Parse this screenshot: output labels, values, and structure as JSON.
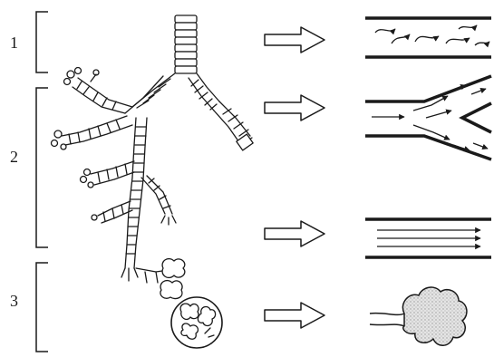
{
  "zones": [
    {
      "label": "1",
      "flow": "turbulent"
    },
    {
      "label": "2",
      "flow": "transitional"
    },
    {
      "label": "3",
      "flow": "diffusion"
    }
  ],
  "extra_flow": {
    "flow": "laminar"
  },
  "colors": {
    "ink": "#1a1a1a",
    "alveolus_fill": "#cfcfcf",
    "background": "#ffffff"
  },
  "icons": [
    "bracket",
    "trachea",
    "bronchial-tree",
    "alveolus",
    "arrow",
    "tube",
    "flow-arrow"
  ]
}
